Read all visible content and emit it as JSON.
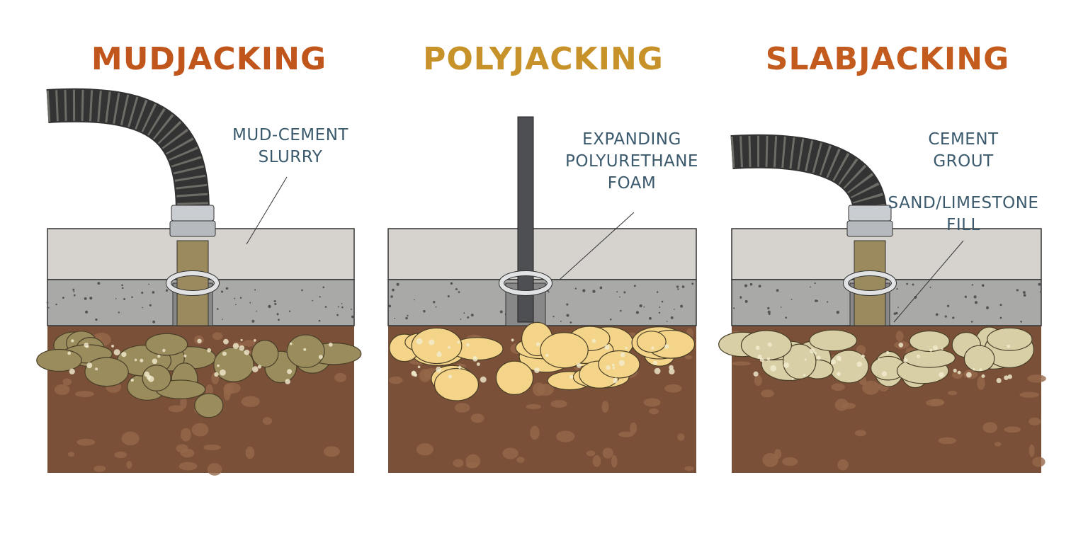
{
  "panels": [
    {
      "title": "MUDJACKING",
      "label_lines": [
        "MUD-CEMENT",
        "SLURRY"
      ],
      "title_color": "#c0561c",
      "fill_color": "#9a8c5c",
      "injector": "hose"
    },
    {
      "title": "POLYJACKING",
      "label_lines": [
        "EXPANDING",
        "POLYURETHANE",
        "FOAM"
      ],
      "title_color": "#c8922a",
      "fill_color": "#f3d488",
      "injector": "rod"
    },
    {
      "title": "SLABJACKING",
      "label_lines": [
        "CEMENT",
        "GROUT",
        "SAND/LIMESTONE",
        "FILL"
      ],
      "title_color": "#c35b1e",
      "fill_color": "#d9cfa6",
      "injector": "hose"
    }
  ],
  "colors": {
    "label": "#3b5a6d",
    "soil": "#7a5038",
    "slab_top": "#d6d3ce",
    "slab_side": "#a9a9a7"
  }
}
